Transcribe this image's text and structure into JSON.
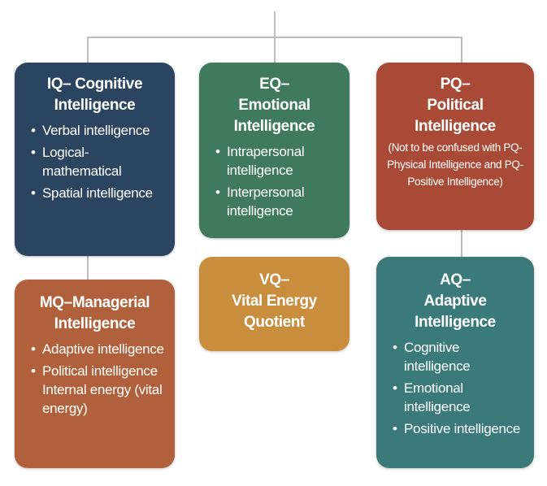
{
  "colors": {
    "iq": "#2b4560",
    "eq": "#3f7a5c",
    "pq": "#a84a36",
    "mq": "#b0603a",
    "vq": "#c98d3e",
    "aq": "#3a7a7a",
    "connector": "#bdbdbd"
  },
  "iq": {
    "title_line1": "IQ– Cognitive",
    "title_line2": "Intelligence",
    "items": [
      "Verbal intelligence",
      "Logical-mathematical",
      "Spatial intelligence"
    ]
  },
  "eq": {
    "title_line1": "EQ–",
    "title_line2": "Emotional",
    "title_line3": "Intelligence",
    "items": [
      "Intrapersonal intelligence",
      "Interpersonal intelligence"
    ]
  },
  "pq": {
    "title_line1": "PQ–",
    "title_line2": "Political",
    "title_line3": "Intelligence",
    "note": "(Not to be confused with PQ-Physical Intelligence and PQ-Positive Intelligence)"
  },
  "mq": {
    "title_line1": "MQ–Managerial",
    "title_line2": "Intelligence",
    "items": [
      "Adaptive intelligence",
      "Political intelligence",
      "Internal energy (vital energy)"
    ]
  },
  "vq": {
    "title_line1": "VQ–",
    "title_line2": "Vital Energy",
    "title_line3": "Quotient"
  },
  "aq": {
    "title_line1": "AQ–",
    "title_line2": "Adaptive",
    "title_line3": "Intelligence",
    "items": [
      "Cognitive intelligence",
      "Emotional intelligence",
      "Positive intelligence"
    ]
  }
}
